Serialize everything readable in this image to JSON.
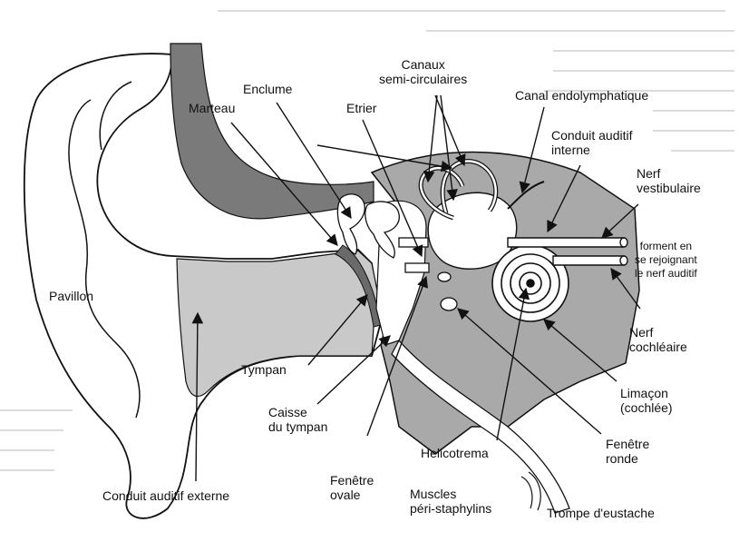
{
  "labels": {
    "pavillon": "Pavillon",
    "marteau": "Marteau",
    "enclume": "Enclume",
    "etrier": "Etrier",
    "canaux": "Canaux\nsemi-circulaires",
    "canal_endolymphatique": "Canal endolymphatique",
    "conduit_auditif_interne": "Conduit auditif\ninterne",
    "nerf_vestibulaire": "Nerf\nvestibulaire",
    "forment": "forment en\nse rejoignant\nle nerf auditif",
    "nerf_cochleaire": "Nerf\ncochléaire",
    "limacon": "Limaçon\n(cochlée)",
    "fenetre_ronde": "Fenêtre\nronde",
    "helicotrema": "Helicotrema",
    "tympan": "Tympan",
    "caisse_du_tympan": "Caisse\ndu tympan",
    "fenetre_ovale": "Fenêtre\novale",
    "muscles": "Muscles\npéri-staphylins",
    "trompe": "Trompe d'eustache",
    "conduit_auditif_externe": "Conduit auditif externe"
  },
  "colors": {
    "background": "#ffffff",
    "bone_tissue": "#a9a9a9",
    "light_tissue": "#c9c9c9",
    "dark_tissue": "#7a7a7a",
    "line": "#111111"
  }
}
